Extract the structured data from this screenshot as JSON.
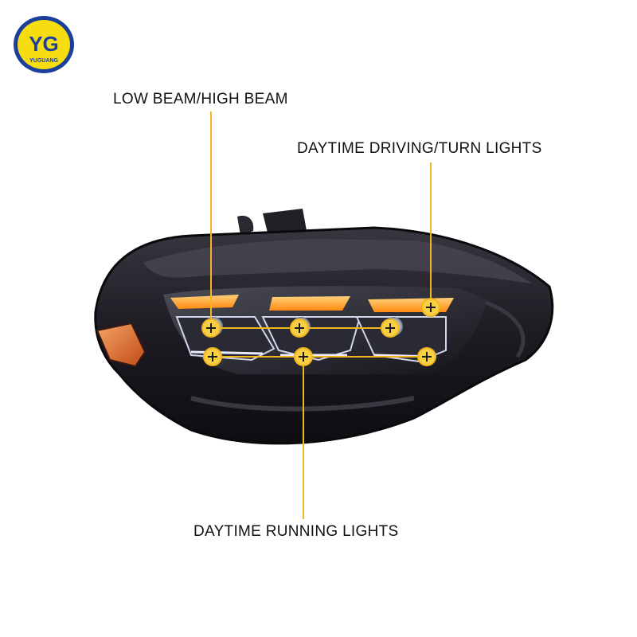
{
  "brand": {
    "logo_text": "YG",
    "logo_subtext": "YUGUANG",
    "colors": {
      "ring": "#1c3f9c",
      "fill": "#f6dd12",
      "letters": "#1c3f9c"
    }
  },
  "callouts": {
    "low_high_beam": "LOW BEAM/HIGH BEAM",
    "drl_turn": "DAYTIME DRIVING/TURN LIGHTS",
    "running_lights": "DAYTIME RUNNING LIGHTS"
  },
  "colors": {
    "callout_line": "#f2b51d",
    "marker_fill": "#f6cf43",
    "marker_ring": "#f2b51d",
    "amber_drl": "#ff9a1f",
    "housing": "#1f1c24"
  }
}
